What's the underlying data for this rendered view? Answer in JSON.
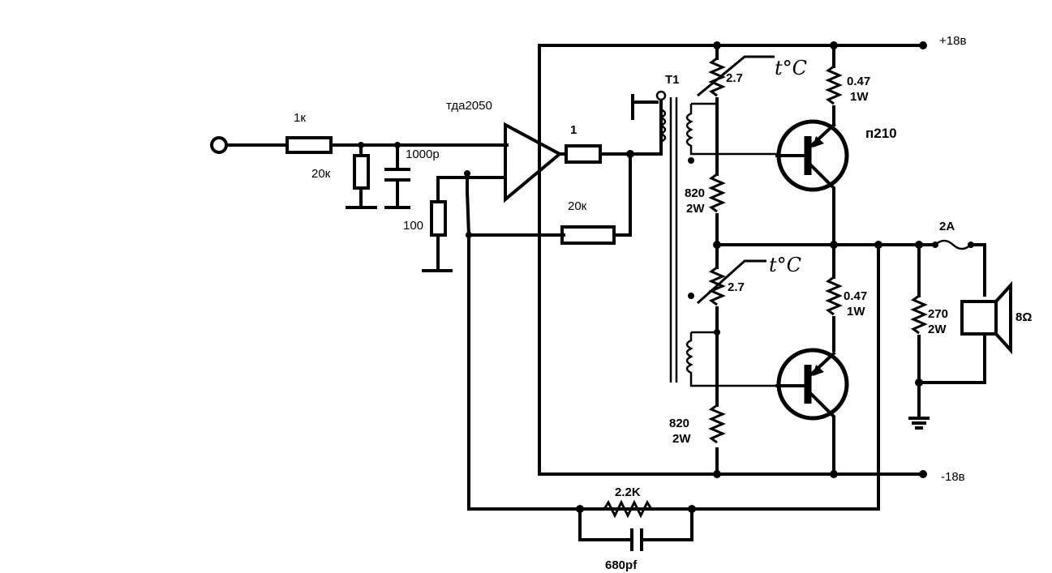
{
  "labels": {
    "r_in": "1к",
    "r_shunt": "20к",
    "c_in": "1000р",
    "ic": "тда2050",
    "r_out": "1",
    "r_gnd": "100",
    "r_fb": "20к",
    "transformer": "T1",
    "ntc_top": "2.7",
    "ntc_bot": "2.7",
    "temp_top": "t°C",
    "temp_bot": "t°C",
    "re_top": "0.47",
    "re_top_w": "1W",
    "re_bot": "0.47",
    "re_bot_w": "1W",
    "rb_top": "820",
    "rb_top_w": "2W",
    "rb_bot": "820",
    "rb_bot_w": "2W",
    "transistor": "п210",
    "vpos": "+18в",
    "vneg": "-18в",
    "fuse": "2A",
    "r_load": "270",
    "r_load_w": "2W",
    "speaker": "8Ω",
    "r_feedback": "2.2K",
    "c_feedback": "680pf"
  }
}
